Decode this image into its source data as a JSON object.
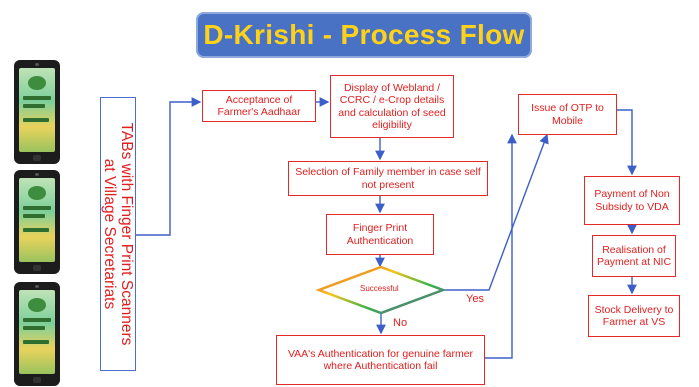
{
  "title": "D-Krishi - Process Flow",
  "side_label": {
    "line1": "TABs with Finger Print Scanners",
    "line2": "at Village Secretariats"
  },
  "boxes": {
    "aadhaar": "Acceptance of Farmer's Aadhaar",
    "webland": "Display of Webland / CCRC / e-Crop details and calculation of seed eligibility",
    "otp": "Issue of OTP to Mobile",
    "family": "Selection of Family member in case self not present",
    "finger": "Finger Print Authentication",
    "vaa": "VAA's Authentication for genuine farmer where Authentication fail",
    "payment": "Payment of Non Subsidy to VDA",
    "realisation": "Realisation of Payment at NIC",
    "stock": "Stock Delivery to Farmer at VS"
  },
  "decision": "Successful",
  "edge_labels": {
    "yes": "Yes",
    "no": "No"
  },
  "colors": {
    "banner": "#4a72c4",
    "title_text": "#ffd21a",
    "box_border": "#e32929",
    "text": "#e02020",
    "arrow": "#3d5ec9"
  },
  "icons": [
    "tablet-device-icon",
    "tablet-device-icon",
    "tablet-device-icon"
  ]
}
